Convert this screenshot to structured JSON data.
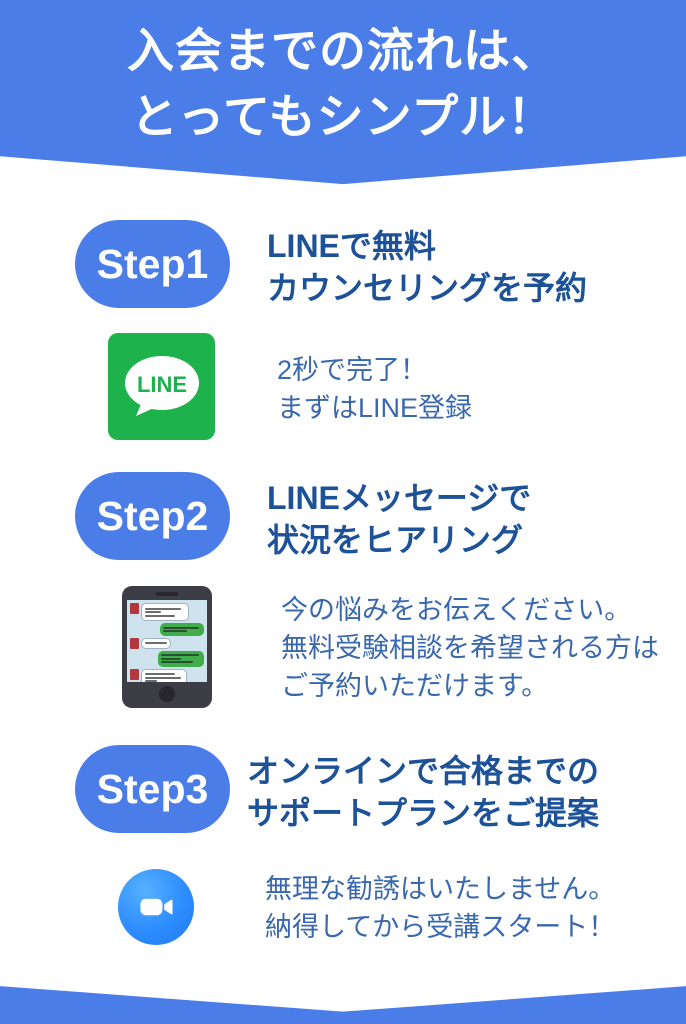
{
  "header": {
    "line1": "入会までの流れは、",
    "line2": "とってもシンプル！"
  },
  "steps": [
    {
      "badge": "Step1",
      "heading": [
        "LINEで無料",
        "カウンセリングを予約"
      ],
      "icon": "line-app-icon",
      "desc": [
        "2秒で完了！",
        "まずはLINE登録"
      ]
    },
    {
      "badge": "Step2",
      "heading": [
        "LINEメッセージで",
        "状況をヒアリング"
      ],
      "icon": "smartphone-chat-illustration",
      "desc": [
        "今の悩みをお伝えください。",
        "無料受験相談を希望される方は",
        "ご予約いただけます。"
      ]
    },
    {
      "badge": "Step3",
      "heading": [
        "オンラインで合格までの",
        "サポートプランをご提案"
      ],
      "icon": "zoom-video-icon",
      "desc": [
        "無理な勧誘はいたしません。",
        "納得してから受講スタート！"
      ]
    }
  ],
  "line_icon": {
    "label": "LINE"
  },
  "colors": {
    "brand_blue": "#4a7de8",
    "heading_blue": "#1d5298",
    "body_blue": "#3a68ae",
    "line_green": "#1eb24c",
    "zoom_blue": "#2d8cff"
  }
}
